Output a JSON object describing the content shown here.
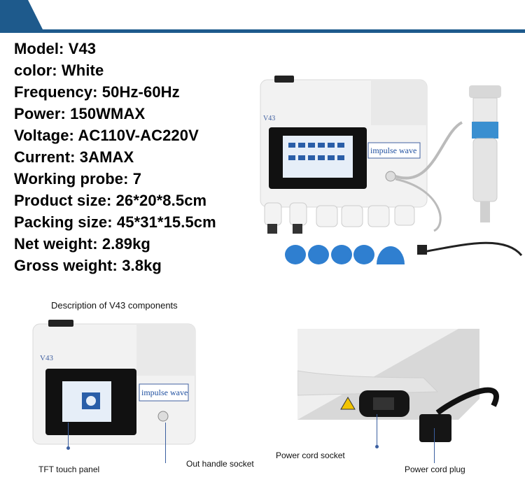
{
  "specs": [
    {
      "label": "Model",
      "value": "V43",
      "text": "Model: V43"
    },
    {
      "label": "color",
      "value": "White",
      "text": "color: White"
    },
    {
      "label": "Frequency",
      "value": "50Hz-60Hz",
      "text": "Frequency: 50Hz-60Hz"
    },
    {
      "label": "Power",
      "value": "150WMAX",
      "text": "Power: 150WMAX"
    },
    {
      "label": "Voltage",
      "value": "AC110V-AC220V",
      "text": "Voltage: AC110V-AC220V"
    },
    {
      "label": "Current",
      "value": "3AMAX",
      "text": "Current: 3AMAX"
    },
    {
      "label": "Working probe",
      "value": "7",
      "text": "Working probe: 7"
    },
    {
      "label": "Product size",
      "value": "26*20*8.5cm",
      "text": "Product size: 26*20*8.5cm"
    },
    {
      "label": "Packing size",
      "value": "45*31*15.5cm",
      "text": "Packing size: 45*31*15.5cm"
    },
    {
      "label": "Net weight",
      "value": "2.89kg",
      "text": "Net weight: 2.89kg"
    },
    {
      "label": "Gross weight",
      "value": "3.8kg",
      "text": "Gross weight: 3.8kg"
    }
  ],
  "device": {
    "model_badge": "V43",
    "brand_label": "impulse wave"
  },
  "components": {
    "title": "Description of V43 components",
    "tft_label": "TFT touch panel",
    "handle_socket_label": "Out handle socket",
    "power_socket_label": "Power cord socket",
    "power_plug_label": "Power cord plug"
  },
  "colors": {
    "top_bar": "#1e5a8c",
    "device_body": "#f1f1f1",
    "screen_bezel": "#111111",
    "accent_blue": "#2f7fd0",
    "callout": "#3b5fa0"
  }
}
